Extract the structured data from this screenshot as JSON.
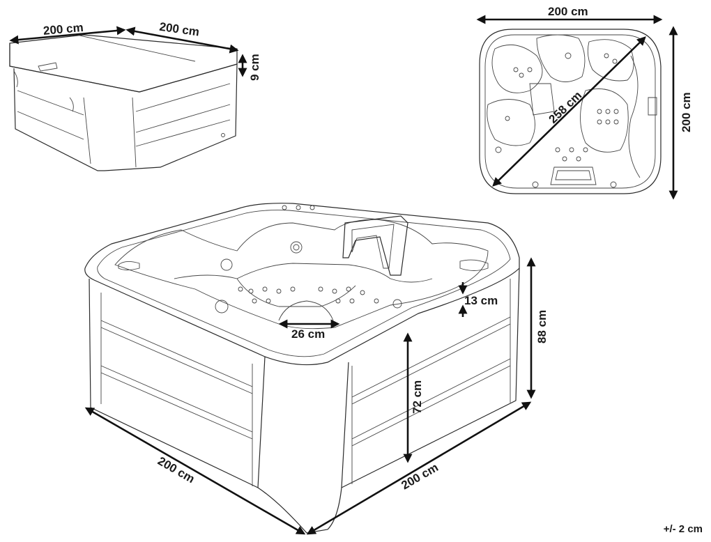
{
  "cover_view": {
    "width_label": "200 cm",
    "depth_label": "200 cm",
    "thickness_label": "9 cm"
  },
  "top_view": {
    "width_label": "200 cm",
    "depth_label": "200 cm",
    "diagonal_label": "258 cm"
  },
  "main_view": {
    "step_height_label": "13 cm",
    "seat_width_label": "26 cm",
    "total_height_label": "88 cm",
    "inner_depth_label": "72 cm",
    "front_width_label": "200 cm",
    "side_width_label": "200 cm"
  },
  "tolerance_label": "+/- 2 cm",
  "colors": {
    "line": "#2a2a2a",
    "text": "#1a1a1a",
    "background": "#ffffff"
  }
}
